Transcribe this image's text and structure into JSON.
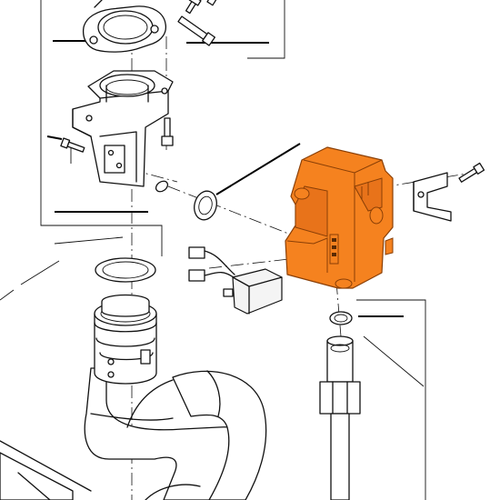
{
  "diagram": {
    "kind": "exploded-parts-drawing",
    "highlight_color": "#F5821F",
    "highlight_stroke": "#8A3F06",
    "line_color": "#111111",
    "background": "#FFFFFF",
    "parts": [
      "mounting-flange-plate",
      "long-screws",
      "burner-housing",
      "housing-bolt",
      "side-screw",
      "sealing-ring",
      "o-ring-large",
      "gas-valve",
      "wiring-connectors",
      "valve-bracket",
      "bracket-screw",
      "small-seal",
      "gas-inlet-pipe",
      "flue-adapter",
      "exhaust-elbow"
    ]
  }
}
